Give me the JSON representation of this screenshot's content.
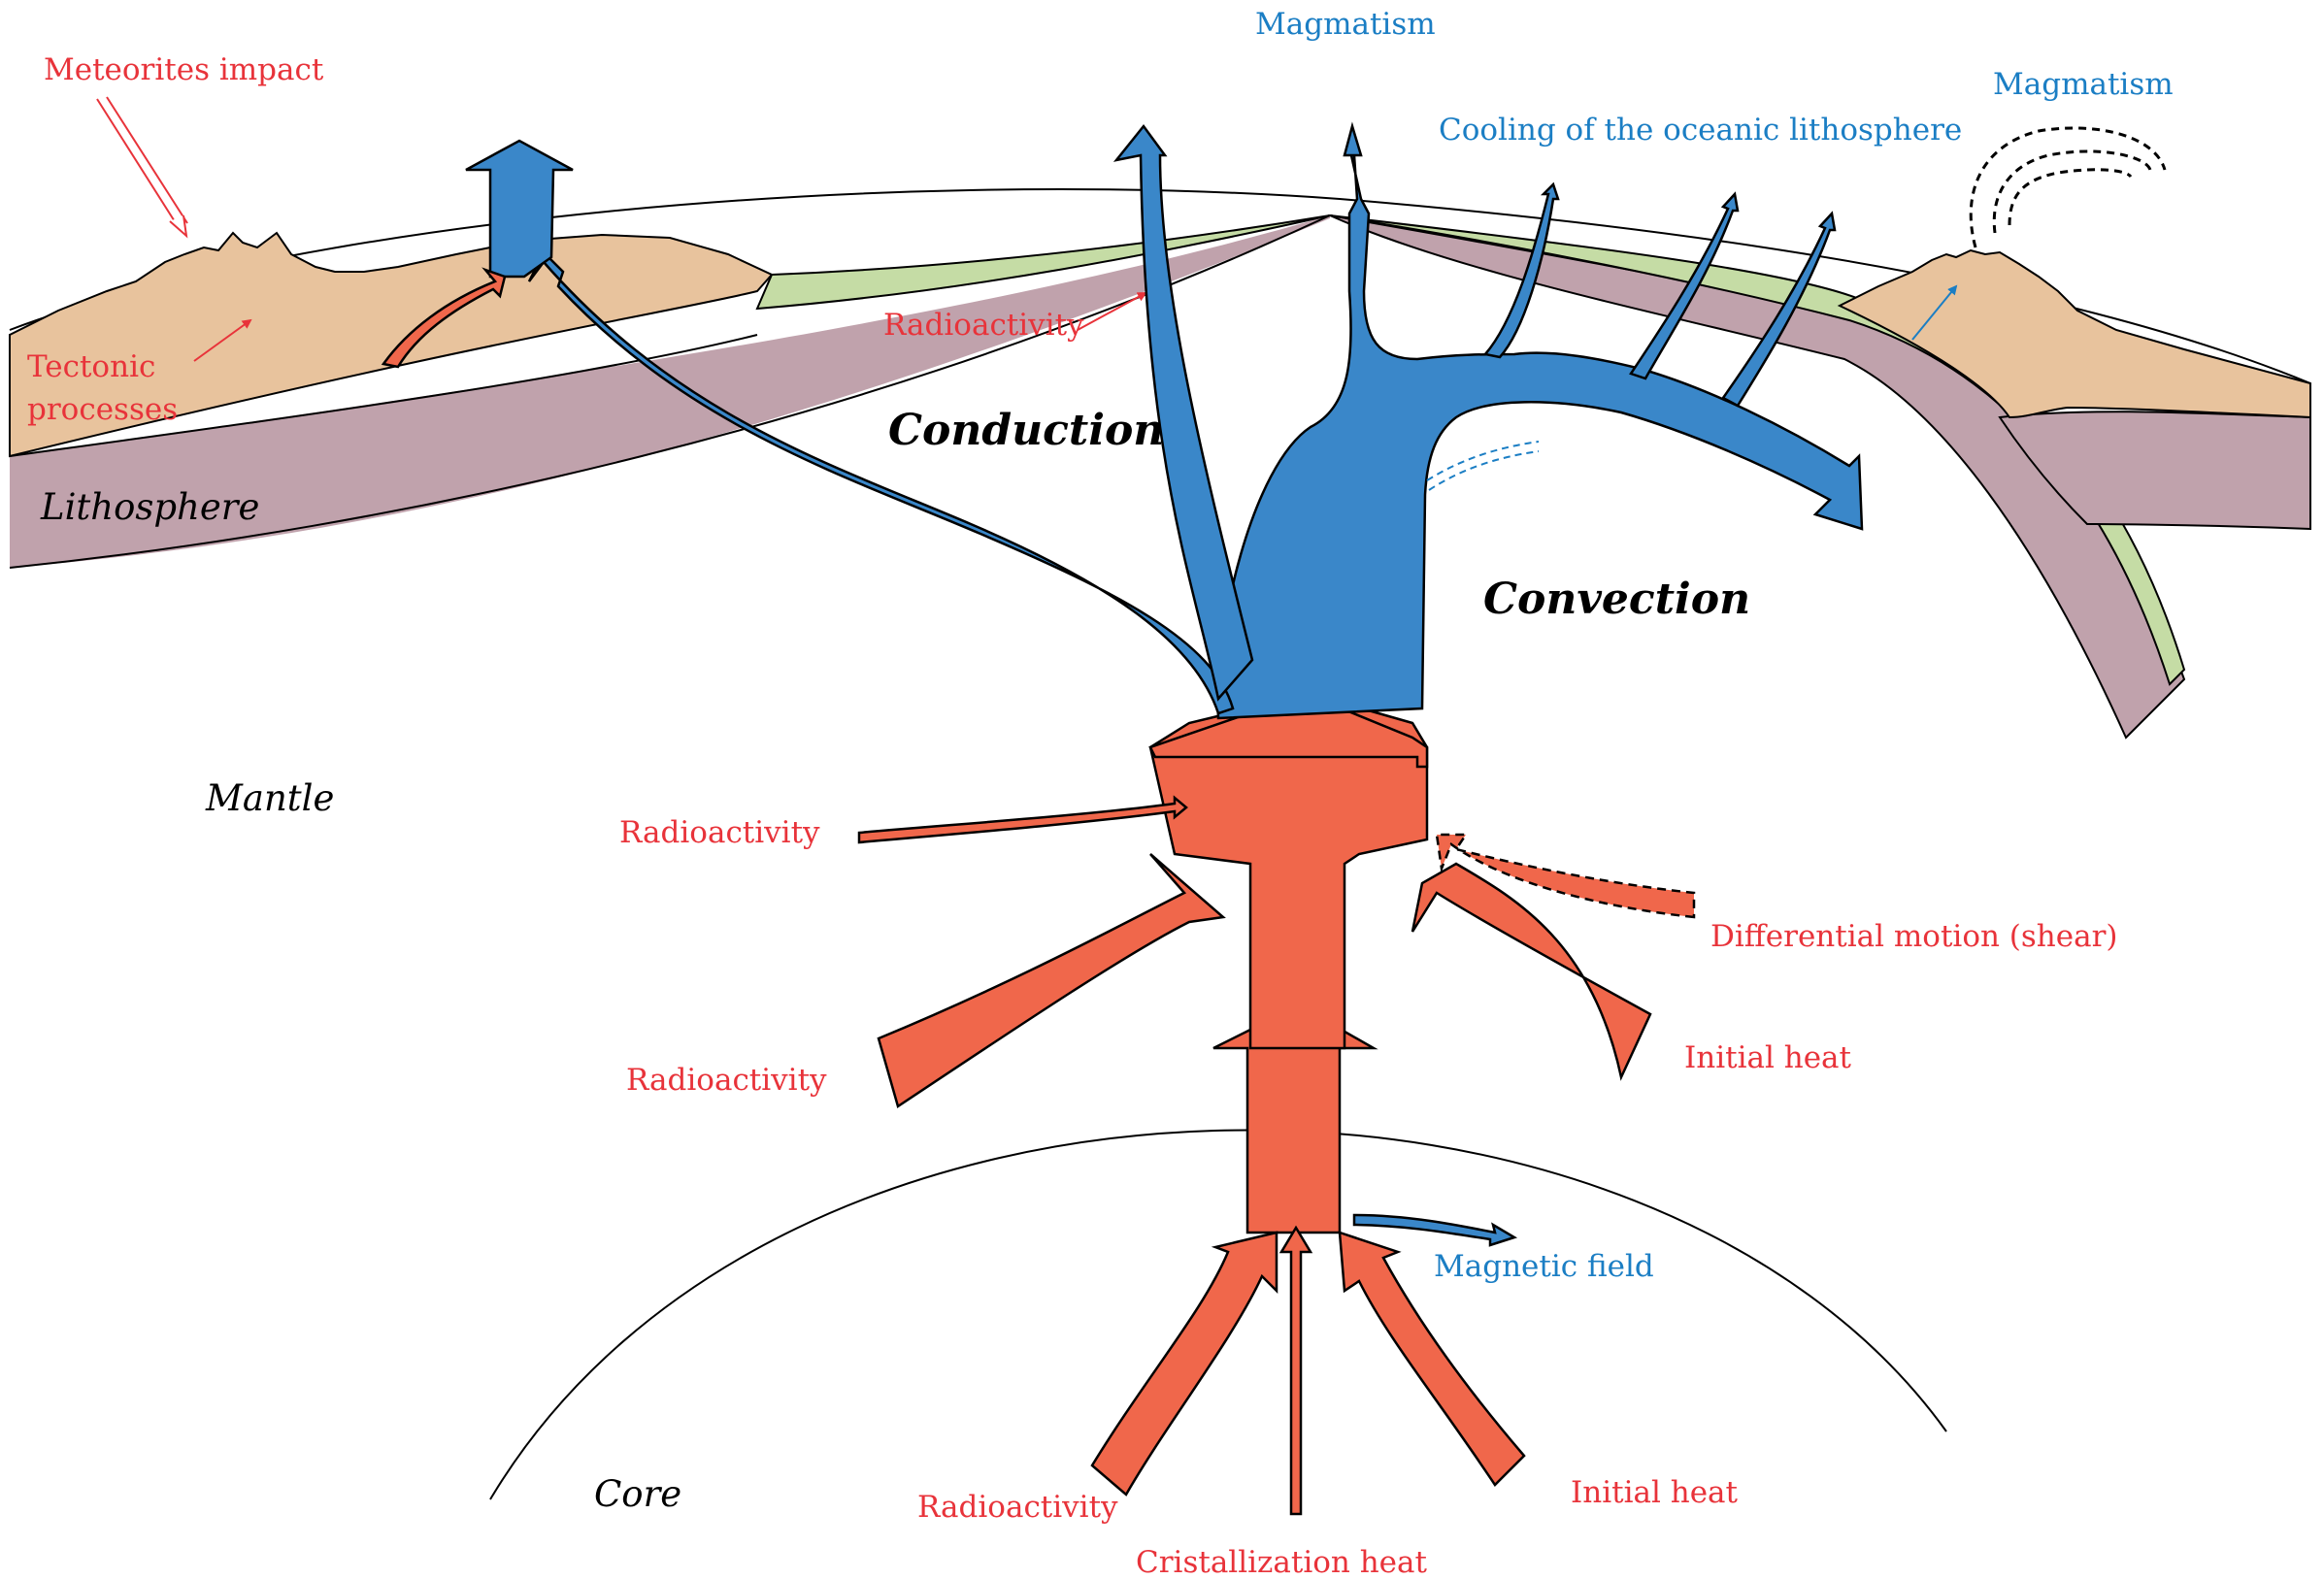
{
  "labels": {
    "meteorites_impact": "Meteorites impact",
    "tectonic_line1": "Tectonic",
    "tectonic_line2": "processes",
    "lithosphere": "Lithosphere",
    "mantle": "Mantle",
    "core": "Core",
    "conduction": "Conduction",
    "convection": "Convection",
    "magmatism_top": "Magmatism",
    "magmatism_right": "Magmatism",
    "cooling_oceanic": "Cooling of the oceanic lithosphere",
    "radioactivity_lithosphere": "Radioactivity",
    "radioactivity_mantle_upper": "Radioactivity",
    "radioactivity_mantle_lower": "Radioactivity",
    "radioactivity_core": "Radioactivity",
    "differential_motion": "Differential motion (shear)",
    "initial_heat_mantle": "Initial heat",
    "initial_heat_core": "Initial heat",
    "magnetic_field": "Magnetic field",
    "cristallization_heat": "Cristallization heat"
  },
  "colors": {
    "heat_source_red": "#f0674b",
    "heat_loss_blue": "#3a87c9",
    "continental_crust": "#e8c39d",
    "lithosphere_mauve": "#c0a2ac",
    "oceanic_crust_green": "#c5dca5",
    "red_text": "#e8333a",
    "blue_text": "#1b7ec4"
  }
}
